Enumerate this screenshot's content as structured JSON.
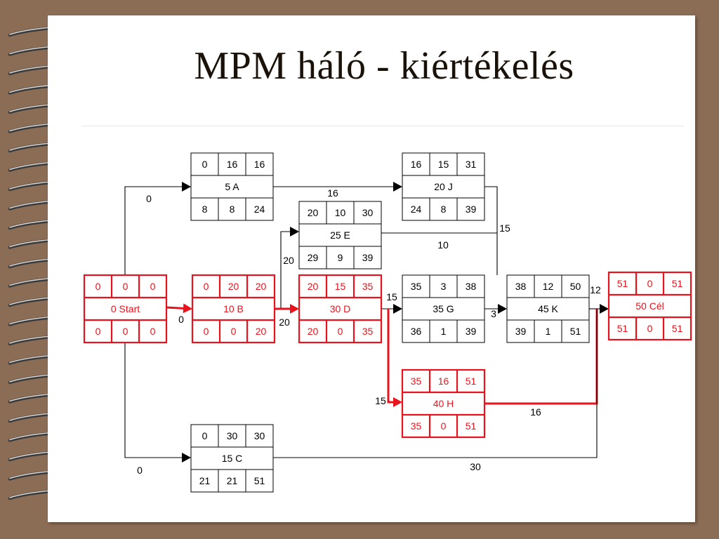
{
  "slide": {
    "title": "MPM háló - kiértékelés"
  },
  "colors": {
    "critical": "#e8131c",
    "normal": "#000000",
    "paper": "#ffffff",
    "frame": "#8b6c55"
  },
  "nodes": [
    {
      "id": "start",
      "label": "0 Start",
      "top": [
        "0",
        "0",
        "0"
      ],
      "bottom": [
        "0",
        "0",
        "0"
      ],
      "critical": true
    },
    {
      "id": "A",
      "label": "5 A",
      "top": [
        "0",
        "16",
        "16"
      ],
      "bottom": [
        "8",
        "8",
        "24"
      ],
      "critical": false
    },
    {
      "id": "B",
      "label": "10 B",
      "top": [
        "0",
        "20",
        "20"
      ],
      "bottom": [
        "0",
        "0",
        "20"
      ],
      "critical": true
    },
    {
      "id": "C",
      "label": "15 C",
      "top": [
        "0",
        "30",
        "30"
      ],
      "bottom": [
        "21",
        "21",
        "51"
      ],
      "critical": false
    },
    {
      "id": "J",
      "label": "20 J",
      "top": [
        "16",
        "15",
        "31"
      ],
      "bottom": [
        "24",
        "8",
        "39"
      ],
      "critical": false
    },
    {
      "id": "E",
      "label": "25 E",
      "top": [
        "20",
        "10",
        "30"
      ],
      "bottom": [
        "29",
        "9",
        "39"
      ],
      "critical": false
    },
    {
      "id": "D",
      "label": "30 D",
      "top": [
        "20",
        "15",
        "35"
      ],
      "bottom": [
        "20",
        "0",
        "35"
      ],
      "critical": true
    },
    {
      "id": "G",
      "label": "35 G",
      "top": [
        "35",
        "3",
        "38"
      ],
      "bottom": [
        "36",
        "1",
        "39"
      ],
      "critical": false
    },
    {
      "id": "H",
      "label": "40 H",
      "top": [
        "35",
        "16",
        "51"
      ],
      "bottom": [
        "35",
        "0",
        "51"
      ],
      "critical": true
    },
    {
      "id": "K",
      "label": "45 K",
      "top": [
        "38",
        "12",
        "50"
      ],
      "bottom": [
        "39",
        "1",
        "51"
      ],
      "critical": false
    },
    {
      "id": "cel",
      "label": "50 Cél",
      "top": [
        "51",
        "0",
        "51"
      ],
      "bottom": [
        "51",
        "0",
        "51"
      ],
      "critical": true
    }
  ],
  "edges": [
    {
      "id": "start-A",
      "label": "0",
      "critical": false
    },
    {
      "id": "start-B",
      "label": "0",
      "critical": true
    },
    {
      "id": "start-C",
      "label": "0",
      "critical": false
    },
    {
      "id": "A-J",
      "label": "16",
      "critical": false
    },
    {
      "id": "B-E",
      "label": "20",
      "critical": false
    },
    {
      "id": "B-D",
      "label": "20",
      "critical": true
    },
    {
      "id": "J-K",
      "label": "15",
      "critical": false
    },
    {
      "id": "E-K",
      "label": "10",
      "critical": false
    },
    {
      "id": "D-G",
      "label": "15",
      "critical": false
    },
    {
      "id": "D-H",
      "label": "15",
      "critical": true
    },
    {
      "id": "G-K",
      "label": "3",
      "critical": false
    },
    {
      "id": "K-cel",
      "label": "12",
      "critical": false
    },
    {
      "id": "H-cel",
      "label": "16",
      "critical": true
    },
    {
      "id": "C-cel",
      "label": "30",
      "critical": false
    }
  ]
}
